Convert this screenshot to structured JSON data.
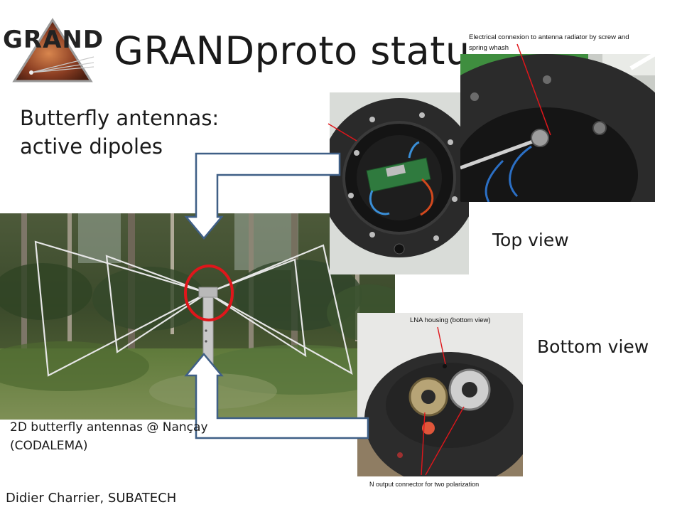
{
  "slide": {
    "logo_text": "GRAND",
    "title": "GRANDproto status",
    "subtitle_line1": "Butterfly antennas:",
    "subtitle_line2": "active dipoles",
    "top_view_label": "Top view",
    "bottom_view_label": "Bottom view",
    "photo_caption_line1": "2D butterfly antennas @ Nançay",
    "photo_caption_line2": "(CODALEMA)",
    "footer_author": "Didier Charrier, SUBATECH",
    "top_photo_note_line1": "Electrical connexion to antenna radiator by screw and",
    "top_photo_note_line2": "spring whash",
    "bottom_photo_note_top": "LNA housing (bottom view)",
    "bottom_photo_note_bottom": "N output connector for two polarization"
  },
  "colors": {
    "arrow_fill": "#ffffff",
    "arrow_stroke": "#3f5f86",
    "highlight_circle": "#e0161b",
    "pointer_line": "#e0161b"
  }
}
